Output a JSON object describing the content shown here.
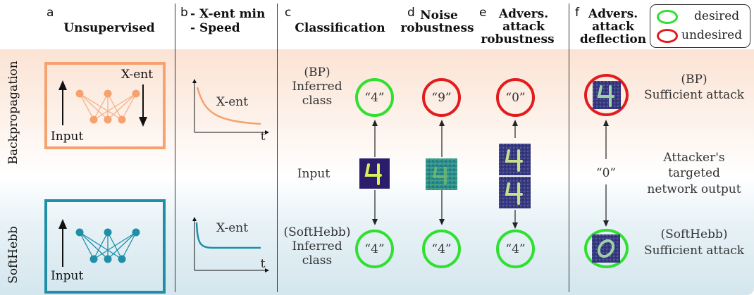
{
  "colors": {
    "desired": "#2fe02f",
    "undesired": "#e21c1c",
    "bp": "#f5a26f",
    "softhebb": "#1e8fa7",
    "digit": "#d8f05a",
    "mnist_bg": "#2b1d6b"
  },
  "panels": {
    "a": {
      "letter": "a",
      "title": "Unsupervised",
      "input_bp": "Input",
      "input_sh": "Input",
      "xent": "X-ent"
    },
    "b": {
      "letter": "b",
      "line1": "- X-ent min",
      "line2": "- Speed",
      "curve_label_bp": "X-ent",
      "curve_label_sh": "X-ent",
      "t_bp": "t",
      "t_sh": "t"
    },
    "c": {
      "letter": "c",
      "title": "Classification",
      "bp_label": [
        "(BP)",
        "Inferred",
        "class"
      ],
      "input": "Input",
      "sh_label": [
        "(SoftHebb)",
        "Inferred",
        "class"
      ]
    },
    "d": {
      "letter": "d",
      "title": [
        "Noise",
        "robustness"
      ]
    },
    "e": {
      "letter": "e",
      "title": [
        "Advers.",
        "attack",
        "robustness"
      ]
    },
    "f": {
      "letter": "f",
      "title": [
        "Advers.",
        "attack",
        "deflection"
      ],
      "bp_label": [
        "(BP)",
        "Sufficient attack"
      ],
      "target": [
        "Attacker's",
        "targeted",
        "network output"
      ],
      "sh_label": [
        "(SoftHebb)",
        "Sufficient attack"
      ],
      "target_value": "“0”"
    }
  },
  "legend": {
    "desired": "desired",
    "undesired": "undesired"
  },
  "row_labels": {
    "bp": "Backpropagation",
    "sh": "SoftHebb"
  },
  "outputs": {
    "c_bp": "“4”",
    "d_bp": "“9”",
    "e_bp": "“0”",
    "c_sh": "“4”",
    "d_sh": "“4”",
    "e_sh": "“4”"
  }
}
